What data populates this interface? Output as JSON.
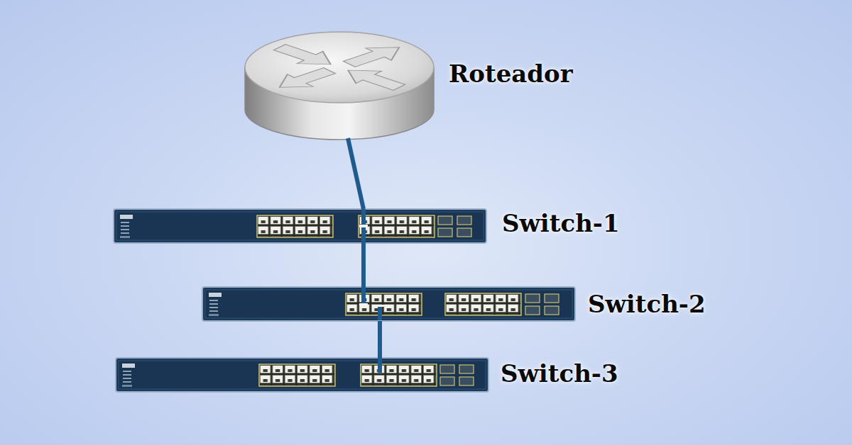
{
  "diagram": {
    "nodes": [
      {
        "text": [
          "Roteador"
        ]
      },
      {
        "text": [
          "Switch-1"
        ]
      },
      {
        "text": [
          "Switch-2"
        ]
      },
      {
        "text": [
          "Switch-3"
        ]
      }
    ],
    "edges": [
      {
        "from": 0,
        "to": 1,
        "arrow": "none"
      },
      {
        "from": 1,
        "to": 2,
        "arrow": "none"
      },
      {
        "from": 2,
        "to": 3,
        "arrow": "none"
      }
    ]
  }
}
